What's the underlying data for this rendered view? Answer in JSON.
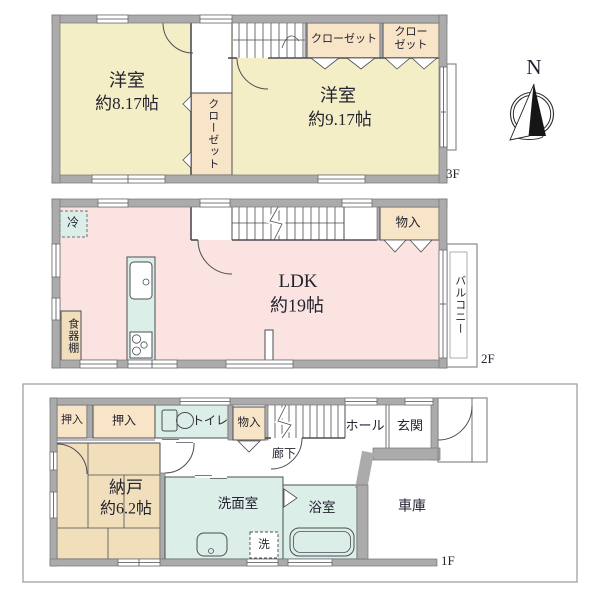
{
  "colors": {
    "cream": "#f4eec6",
    "peach": "#f8e4c6",
    "pink": "#fae3e0",
    "cyan": "#dceee8",
    "tan": "#f1dfbc",
    "wall": "#ababab"
  },
  "compass": {
    "north": "N"
  },
  "floor3": {
    "label": "3F",
    "room1_name": "洋室",
    "room1_size": "約8.17帖",
    "room2_name": "洋室",
    "room2_size": "約9.17帖",
    "closet_top": "クローゼット",
    "closet_corner_l1": "クロー",
    "closet_corner_l2": "ゼット",
    "closet_center": "クローゼット"
  },
  "floor2": {
    "label": "2F",
    "fridge": "冷",
    "ldk_name": "LDK",
    "ldk_size": "約19帖",
    "storage": "物入",
    "cupboard": "食器棚",
    "balcony": "バルコニー"
  },
  "floor1": {
    "label": "1F",
    "closet1": "押入",
    "closet2": "押入",
    "toilet": "トイレ",
    "storage": "物入",
    "hall": "ホール",
    "entrance": "玄関",
    "corridor": "廊下",
    "storeroom_name": "納戸",
    "storeroom_size": "約6.2帖",
    "washroom": "洗面室",
    "washer": "洗",
    "bathroom": "浴室",
    "garage": "車庫"
  }
}
